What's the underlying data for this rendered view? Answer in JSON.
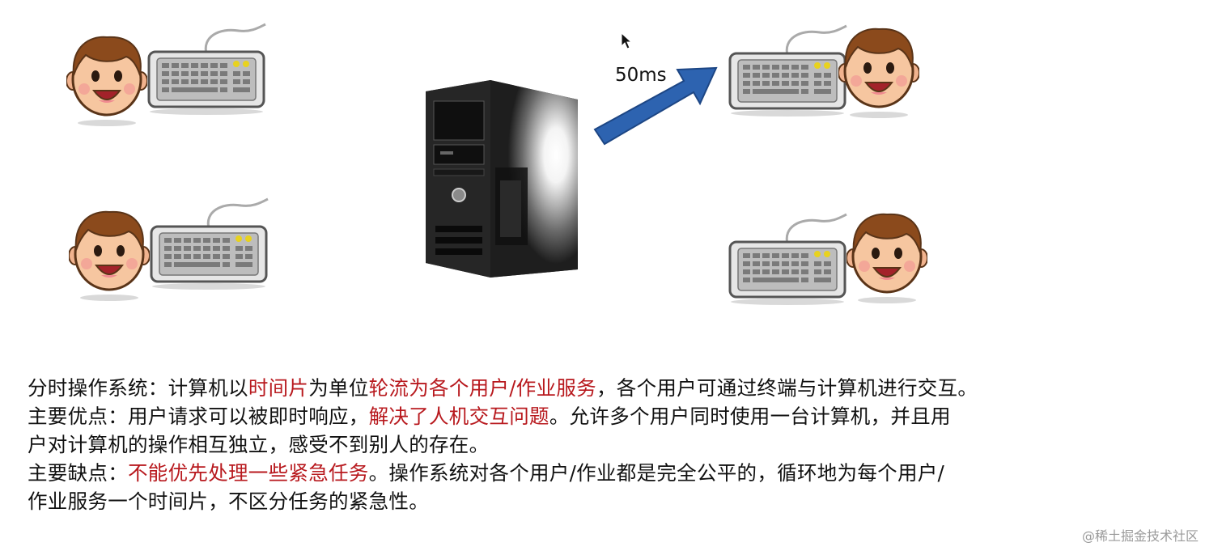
{
  "diagram": {
    "arrow_label": "50ms"
  },
  "description": {
    "line1": {
      "t1": "分时操作系统：计算机以",
      "r1": "时间片",
      "t2": "为单位",
      "r2": "轮流为各个用户/作业服务",
      "t3": "，各个用户可通过终端与计算机进行交互。"
    },
    "line2": {
      "t1": "主要优点：用户请求可以被即时响应，",
      "r1": "解决了人机交互问题",
      "t2": "。允许多个用户同时使用一台计算机，并且用"
    },
    "line3": {
      "t1": "户对计算机的操作相互独立，感受不到别人的存在。"
    },
    "line4": {
      "t1": "主要缺点：",
      "r1": "不能优先处理一些紧急任务",
      "t2": "。操作系统对各个用户/作业都是完全公平的，循环地为每个用户/"
    },
    "line5": {
      "t1": "作业服务一个时间片，不区分任务的紧急性。"
    }
  },
  "watermark": "@稀土掘金技术社区",
  "colors": {
    "highlight": "#b8191e",
    "arrow": "#2d63b0",
    "skin": "#f6c6a0",
    "hair": "#8b4a1c"
  },
  "icons": [
    "face-icon",
    "keyboard-icon",
    "server-tower-icon",
    "arrow-icon",
    "mouse-cursor-icon"
  ]
}
